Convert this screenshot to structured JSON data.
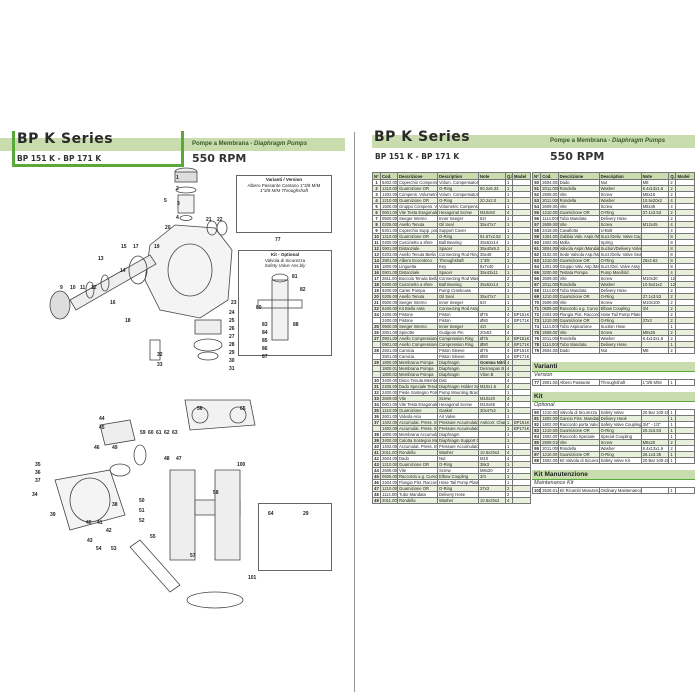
{
  "left_header": {
    "series": "BP K  Series",
    "models": "BP 151 K - BP 171 K",
    "subtitle_it": "Pompe a Membrana - ",
    "subtitle_en": "Diaphragm Pumps",
    "rpm": "550 RPM"
  },
  "right_header": {
    "series": "BP K  Series",
    "models": "BP 151 K - BP 171 K",
    "subtitle_it": "Pompe a Membrana - ",
    "subtitle_en": "Diaphragm Pumps",
    "rpm": "550 RPM"
  },
  "diagram": {
    "variant_box": {
      "title": "Varianti  /  Version",
      "line1": "Albero Passante Cantano 1\"3/8 M/M",
      "line2": "1\"3/8 M/M Throughshaft"
    },
    "kit_box": {
      "title": "Kit - Optional",
      "line1": "Valvola di Sicurezza",
      "line2": "Safety Valve Ass.bly"
    },
    "callouts": [
      "1",
      "2",
      "3",
      "4",
      "5",
      "20",
      "21",
      "22",
      "15",
      "17",
      "19",
      "13",
      "9",
      "10",
      "11",
      "12",
      "14",
      "16",
      "18",
      "77",
      "23",
      "24",
      "25",
      "26",
      "27",
      "28",
      "29",
      "30",
      "31",
      "32",
      "33",
      "80",
      "81",
      "82",
      "83",
      "84",
      "85",
      "86",
      "87",
      "88",
      "44",
      "45",
      "46",
      "56",
      "59",
      "60",
      "61",
      "62",
      "63",
      "65",
      "35",
      "36",
      "37",
      "34",
      "39",
      "40",
      "41",
      "42",
      "43",
      "38",
      "47",
      "48",
      "49",
      "50",
      "51",
      "52",
      "53",
      "54",
      "55",
      "57",
      "58",
      "100",
      "101",
      "64",
      "29"
    ]
  },
  "columns": [
    "N°",
    "Cod.",
    "Descrizione",
    "Description",
    "Note",
    "Q.ty",
    "Model"
  ],
  "left_table": [
    [
      "1",
      "5402.0043",
      "Coperchio Compens. Volum.",
      "Volum. Compensator Cover",
      "",
      "1",
      ""
    ],
    [
      "2",
      "1210.0023",
      "Guarnizione OR",
      "O-Ring",
      "80.2x5.33",
      "1",
      ""
    ],
    [
      "3",
      "1402.0041",
      "Compens. Volumetrico",
      "Volum. Compensator",
      "",
      "1",
      ""
    ],
    [
      "4",
      "1210.0050",
      "Guarnizione OR",
      "O-Ring",
      "20.2x2.0",
      "1",
      ""
    ],
    [
      "5",
      "1500.0004",
      "Gruppo Compens. Volum.",
      "Volumetric Compensator",
      "",
      "1",
      ""
    ],
    [
      "6",
      "0601.0026",
      "Vite Testa Esagonale",
      "Hexagonal Screw",
      "M10x50",
      "4",
      ""
    ],
    [
      "7",
      "0500.0008",
      "Seeger Interno",
      "Inner Seeger",
      "62I",
      "1",
      ""
    ],
    [
      "8",
      "0205.0009",
      "Anello Tenuta",
      "Oil Seal",
      "35x47x7",
      "1",
      ""
    ],
    [
      "9",
      "5401.0077",
      "Coperchio Supp. porta Cusc.",
      "Support Cover",
      "",
      "1",
      ""
    ],
    [
      "10",
      "1210.0040",
      "Guarnizione OR",
      "O-Ring",
      "91.67x2.62",
      "1",
      ""
    ],
    [
      "11",
      "0400.0004",
      "Cuscinetto a sfere",
      "Ball Bearing",
      "35x62x14",
      "1",
      ""
    ],
    [
      "12",
      "0901.0030",
      "Distanziale",
      "Spacer",
      "35x40x9.2",
      "1",
      ""
    ],
    [
      "13",
      "0203.0005",
      "Anello Tenuta Biella",
      "Connecting Rod Ring",
      "35x48",
      "2",
      ""
    ],
    [
      "14",
      "2901.0043",
      "Albero Eccentrico",
      "Throughshaft",
      "1\"3/8",
      "1",
      ""
    ],
    [
      "15",
      "1800.0005",
      "Linguetta",
      "Key",
      "8x7x40",
      "1",
      ""
    ],
    [
      "16",
      "0901.0034",
      "Distanziale",
      "Spacer",
      "35x43x11",
      "1",
      ""
    ],
    [
      "17",
      "2811.0026",
      "Boccola Tenuta biella",
      "Connecting Rod Washer",
      "",
      "2",
      ""
    ],
    [
      "18",
      "0400.0004",
      "Cuscinetto a sfere",
      "Ball Bearing",
      "35x62x14",
      "1",
      ""
    ],
    [
      "19",
      "6400.0043",
      "Carter Pompa",
      "Pump Crankcase",
      "",
      "1",
      ""
    ],
    [
      "20",
      "0205.0009",
      "Anello Tenuta",
      "Oil Seal",
      "35x47x7",
      "1",
      ""
    ],
    [
      "21",
      "0500.0008",
      "Seeger Interno",
      "Inner Seeger",
      "62I",
      "1",
      ""
    ],
    [
      "22",
      "6400.0045",
      "Kit Biella Asta",
      "Connecting Rod Assy",
      "",
      "1",
      ""
    ],
    [
      "24",
      "2400.0001",
      "Pistone",
      "Piston",
      "Ø75",
      "4",
      "BP151K"
    ],
    [
      "",
      "2400.0002",
      "Pistone",
      "Piston",
      "Ø80",
      "4",
      "BP171K"
    ],
    [
      "25",
      "0500.0007",
      "Seeger Interno",
      "Inner Seeger",
      "42I",
      "4",
      ""
    ],
    [
      "26",
      "2801.0001",
      "Spinotto",
      "Gudgeon Pin",
      "20x63",
      "4",
      ""
    ],
    [
      "27",
      "0901.0001",
      "Anello Compressione",
      "Compression Ring",
      "Ø75",
      "4",
      "BP151K"
    ],
    [
      "",
      "0901.0002",
      "Anello Compressione",
      "Compression Ring",
      "Ø80",
      "4",
      "BP171K"
    ],
    [
      "28",
      "2501.0007",
      "Camicia",
      "Piston Sleeve",
      "Ø75",
      "4",
      "BP151K"
    ],
    [
      "",
      "2501.0008",
      "Camicia",
      "Piston Sleeve",
      "Ø80",
      "4",
      "BP171K"
    ],
    [
      "29",
      "1800.0001",
      "Membrana Pompa",
      "Diaphragm",
      "Gomma Nitrile / Buna Rubber",
      "4",
      ""
    ],
    [
      "",
      "1800.0170",
      "Membrana Pompa",
      "Diaphragm",
      "Desmopan B",
      "4",
      ""
    ],
    [
      "",
      "1800.0202",
      "Membrana Pompa",
      "Diaphragm",
      "Viton B",
      "4",
      ""
    ],
    [
      "30",
      "3400.0040",
      "Disco Tenuta Membrana",
      "Disc",
      "",
      "4",
      ""
    ],
    [
      "31",
      "2405.0005",
      "Dado Speciale Tenuta Membr.",
      "Diaphragm Holder Screw",
      "M10x1.5",
      "4",
      ""
    ],
    [
      "32",
      "2400.0004",
      "Piede Sostegno Pompa",
      "Pump Mounting Bracket",
      "",
      "1",
      ""
    ],
    [
      "33",
      "2609.0020",
      "Vite",
      "Screw",
      "M10x20",
      "4",
      ""
    ],
    [
      "34",
      "0601.0030",
      "Vite Testa Esagonale",
      "Hexagonal Screw",
      "M10x65",
      "4",
      ""
    ],
    [
      "35",
      "1210.0060",
      "Guarnizione",
      "Gasket",
      "30x47x2",
      "1",
      ""
    ],
    [
      "36",
      "2601.0010",
      "Valvola Aria",
      "Air Valve",
      "",
      "1",
      ""
    ],
    [
      "37",
      "1402.0050",
      "Accumulat. Press. Sup.",
      "Pressure Accumulator",
      "Anticorr. Charge",
      "1",
      "BP151K"
    ],
    [
      "",
      "1402.0051",
      "Accumulat. Press. Sup.",
      "Pressure Accumulator",
      "",
      "1",
      "BP171K"
    ],
    [
      "38",
      "1800.0024",
      "Membrana Accumulat.",
      "Diaphragm",
      "",
      "1",
      ""
    ],
    [
      "39",
      "3400.0048",
      "Calotta Sostegno Membr.",
      "Diaphragm Support Cap",
      "",
      "1",
      ""
    ],
    [
      "40",
      "1402.0052",
      "Accumulat. Press. Infer.",
      "Pressure Accumulator",
      "",
      "1",
      ""
    ],
    [
      "41",
      "2011.0094",
      "Rondella",
      "Washer",
      "10.5x20x2",
      "4",
      ""
    ],
    [
      "42",
      "2604.0026",
      "Dado",
      "Nut",
      "M10",
      "4",
      ""
    ],
    [
      "43",
      "1210.0078",
      "Guarnizione OR",
      "O-Ring",
      "38x3",
      "1",
      ""
    ],
    [
      "44",
      "2609.0036",
      "Vite",
      "Screw",
      "M8x20",
      "2",
      ""
    ],
    [
      "45",
      "0605.0040",
      "Raccordo a g. Curvo",
      "Elbow Coupling",
      "3/4",
      "1",
      ""
    ],
    [
      "46",
      "2404.0005",
      "Flangia Pist. Raccordo",
      "Hose Tail Pump Plate",
      "",
      "1",
      ""
    ],
    [
      "47",
      "1210.0085",
      "Guarnizione OR",
      "O-Ring",
      "37x3",
      "2",
      ""
    ],
    [
      "48",
      "1114.0088",
      "Tubo Mandata",
      "Delivery Hose",
      "",
      "2",
      ""
    ],
    [
      "49",
      "2011.0094",
      "Rondella",
      "Washer",
      "10.5x20x2",
      "4",
      ""
    ]
  ],
  "right_table": [
    [
      "50",
      "2604.0020",
      "Dado",
      "Nut",
      "M8",
      "2",
      ""
    ],
    [
      "51",
      "2011.0095",
      "Rondella",
      "Washer",
      "8.4x13x1.6",
      "2",
      ""
    ],
    [
      "52",
      "2609.0010",
      "Vite",
      "Screw",
      "M8x16",
      "2",
      ""
    ],
    [
      "53",
      "2011.0094",
      "Rondella",
      "Washer",
      "10.5x20x2",
      "4",
      ""
    ],
    [
      "54",
      "2609.0040",
      "Vite",
      "Screw",
      "M8x45",
      "4",
      ""
    ],
    [
      "55",
      "1210.0035",
      "Guarnizione OR",
      "O-Ring",
      "37.1x3.53",
      "2",
      ""
    ],
    [
      "56",
      "1114.0090",
      "Tubo Mandata",
      "Delivery Hose",
      "",
      "2",
      ""
    ],
    [
      "57",
      "2609.0050",
      "Vite",
      "Screw",
      "M12x45",
      "4",
      ""
    ],
    [
      "58",
      "2418.0040",
      "Cavallotto",
      "U-Bolt",
      "",
      "4",
      ""
    ],
    [
      "59",
      "1304.0025",
      "Gabbia Valv. Aspir./Mand.",
      "Suct./Deliv. Valve Cage",
      "",
      "8",
      ""
    ],
    [
      "60",
      "1802.0043",
      "Molla",
      "Spring",
      "",
      "8",
      ""
    ],
    [
      "61",
      "3804.0008",
      "Valvola Aspir./Mandata",
      "Suction/Delivery Valve",
      "",
      "8",
      ""
    ],
    [
      "62",
      "3102.0013",
      "Sede Valvola Asp./Mand.",
      "Suct./Deliv. Valve Seat",
      "",
      "8",
      ""
    ],
    [
      "63",
      "1210.0016",
      "Guarnizione OR",
      "O-Ring",
      "26x2.62",
      "8",
      ""
    ],
    [
      "64",
      "1301.0003",
      "Gruppo Valv. Asp./Mand.",
      "Suct./Del. Valve Assy Kit",
      "",
      "8",
      ""
    ],
    [
      "65",
      "3200.0012",
      "Testata Pompa",
      "Pump Manifold",
      "",
      "4",
      ""
    ],
    [
      "66",
      "2609.0030",
      "Vite",
      "Screw",
      "M10x30",
      "12",
      ""
    ],
    [
      "67",
      "2011.0098",
      "Rondella",
      "Washer",
      "10.5x21x2",
      "12",
      ""
    ],
    [
      "68",
      "1114.0091",
      "Tubo Mandata",
      "Delivery Hose",
      "",
      "2",
      ""
    ],
    [
      "69",
      "1210.0056",
      "Guarnizione OR",
      "O-Ring",
      "37.1x3.53",
      "2",
      ""
    ],
    [
      "70",
      "2609.0060",
      "Vite",
      "Screw",
      "M10x100",
      "2",
      ""
    ],
    [
      "71",
      "0605.0050",
      "Raccordo a g. Curvo",
      "Elbow Coupling",
      "3/4",
      "2",
      ""
    ],
    [
      "72",
      "2404.0006",
      "Flangia Pist. Raccordo",
      "Hose Tail Pump Plate",
      "",
      "2",
      ""
    ],
    [
      "73",
      "1210.0085",
      "Guarnizione OR",
      "O-Ring",
      "37x3",
      "2",
      ""
    ],
    [
      "74",
      "1114.0092",
      "Tubo Aspirazione",
      "Suction Hose",
      "",
      "1",
      ""
    ],
    [
      "75",
      "2609.0070",
      "Vite",
      "Screw",
      "M8x25",
      "2",
      ""
    ],
    [
      "76",
      "2011.0095",
      "Rondella",
      "Washer",
      "8.4x13x1.6",
      "2",
      ""
    ],
    [
      "78",
      "1114.0093",
      "Tubo Mandata",
      "Delivery Hose",
      "",
      "1",
      ""
    ],
    [
      "79",
      "2604.0020",
      "Dado",
      "Nut",
      "M8",
      "2",
      ""
    ]
  ],
  "varianti": {
    "title": "Varianti",
    "subtitle": "Version",
    "rows": [
      [
        "77",
        "2901.0041",
        "Albero Passante",
        "Throughshaft",
        "1\"3/8 M/M",
        "1",
        ""
      ]
    ]
  },
  "kit": {
    "title": "Kit",
    "subtitle": "Optional",
    "rows": [
      [
        "80",
        "1210.0023",
        "Valvola di Sicurezza",
        "Safety Valve",
        "20 Bar 100-200L",
        "1",
        ""
      ],
      [
        "81",
        "1802.0090",
        "Gancio Fiss. Mandata",
        "Delivery Hook",
        "",
        "1",
        ""
      ],
      [
        "82",
        "1802.0096",
        "Raccordo porta Valvola",
        "Safety Valve Coupling",
        "3/4\" - 1/2\"",
        "1",
        ""
      ],
      [
        "83",
        "1210.0025",
        "Guarnizione OR",
        "O-Ring",
        "20.2x3.53",
        "1",
        ""
      ],
      [
        "84",
        "1802.0078",
        "Raccordo Speciale",
        "Special Coupling",
        "",
        "1",
        ""
      ],
      [
        "85",
        "2609.0100",
        "Vite",
        "Screw",
        "M8x20",
        "2",
        ""
      ],
      [
        "86",
        "2011.0096",
        "Rondella",
        "Washer",
        "8.4x13x1.6",
        "2",
        ""
      ],
      [
        "87",
        "1210.0016",
        "Guarnizione OR",
        "O-Ring",
        "26.1x3.35",
        "1",
        ""
      ],
      [
        "88",
        "1802.0049",
        "Kit Valvola di Sicurezza",
        "Safety Valve Kit",
        "20 Bar 100-200L",
        "1",
        ""
      ]
    ]
  },
  "maintenance": {
    "title": "Kit Manutenzione",
    "subtitle": "Maintenance Kit",
    "rows": [
      [
        "101",
        "2626.0149",
        "Kit Ricambi Manutenzione",
        "Ordinary Maintenance Kit",
        "",
        "1",
        ""
      ]
    ]
  },
  "colors": {
    "band": "#c8dcae",
    "accent": "#5aa83a"
  }
}
